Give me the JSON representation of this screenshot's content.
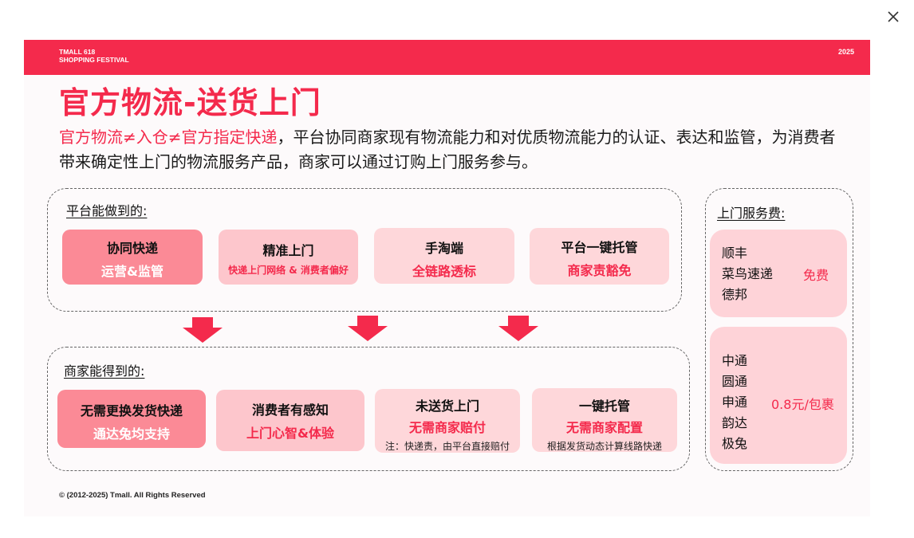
{
  "viewer": {
    "close_icon": "close-icon"
  },
  "slide": {
    "banner": {
      "event_line1": "TMALL 618",
      "event_line2": "SHOPPING FESTIVAL",
      "year": "2025",
      "color": "#f42a4c"
    },
    "title": "官方物流-送货上门",
    "intro": {
      "highlight": "官方物流≠入仓≠官方指定快递",
      "rest": "，平台协同商家现有物流能力和对优质物流能力的认证、表达和监管，为消费者带来确定性上门的物流服务产品，商家可以通过订购上门服务参与。"
    },
    "platform": {
      "label": "平台能做到的:",
      "cards": [
        {
          "title": "协同快递",
          "subtitle": "运营&监管"
        },
        {
          "title": "精准上门",
          "subtitle": "快递上门网络 & 消费者偏好"
        },
        {
          "title": "手淘端",
          "subtitle": "全链路透标"
        },
        {
          "title": "平台一键托管",
          "subtitle": "商家责豁免"
        }
      ]
    },
    "merchant": {
      "label": "商家能得到的:",
      "cards": [
        {
          "title": "无需更换发货快递",
          "subtitle": "通达兔均支持"
        },
        {
          "title": "消费者有感知",
          "subtitle": "上门心智&体验"
        },
        {
          "title": "未送货上门",
          "subtitle": "无需商家赔付",
          "note": "注：快递责，由平台直接赔付"
        },
        {
          "title": "一键托管",
          "subtitle": "无需商家配置",
          "note": "根据发货动态计算线路快递"
        }
      ]
    },
    "fees": {
      "label": "上门服务费:",
      "free_group": {
        "carriers": [
          "顺丰",
          "菜鸟速递",
          "德邦"
        ],
        "price": "免费"
      },
      "paid_group": {
        "carriers": [
          "中通",
          "圆通",
          "申通",
          "韵达",
          "极兔"
        ],
        "price": "0.8元/包裹"
      }
    },
    "footer": "© (2012-2025) Tmall. All Rights Reserved"
  }
}
